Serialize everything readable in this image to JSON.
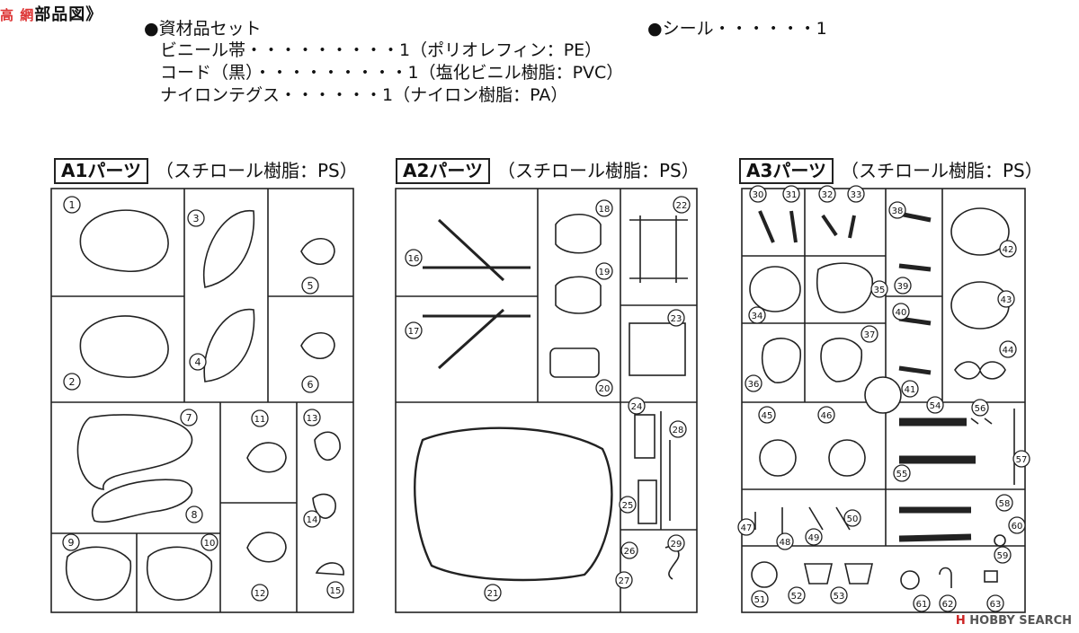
{
  "header": {
    "title": "部品図》",
    "logo_text": "高 網"
  },
  "materials": {
    "heading": "●資材品セット",
    "items": [
      "ビニール帯・・・・・・・・・1（ポリオレフィン：PE）",
      "コード（黒）・・・・・・・・・1（塩化ビニル樹脂：PVC）",
      "ナイロンテグス・・・・・・1（ナイロン樹脂：PA）"
    ],
    "seal": "●シール・・・・・・1"
  },
  "sheets": [
    {
      "label": "A1パーツ",
      "material": "（スチロール樹脂：PS）",
      "parts": [
        "1",
        "2",
        "3",
        "4",
        "5",
        "6",
        "7",
        "8",
        "9",
        "10",
        "11",
        "12",
        "13",
        "14",
        "15"
      ]
    },
    {
      "label": "A2パーツ",
      "material": "（スチロール樹脂：PS）",
      "parts": [
        "16",
        "17",
        "18",
        "19",
        "20",
        "21",
        "22",
        "23",
        "24",
        "25",
        "26",
        "27",
        "28",
        "29"
      ]
    },
    {
      "label": "A3パーツ",
      "material": "（スチロール樹脂：PS）",
      "parts": [
        "30",
        "31",
        "32",
        "33",
        "34",
        "35",
        "36",
        "37",
        "38",
        "39",
        "40",
        "41",
        "42",
        "43",
        "44",
        "45",
        "46",
        "47",
        "48",
        "49",
        "50",
        "51",
        "52",
        "53",
        "54",
        "55",
        "56",
        "57",
        "58",
        "59",
        "60",
        "61",
        "62",
        "63"
      ]
    }
  ],
  "watermark": {
    "h": "H",
    "text": "HOBBY SEARCH"
  }
}
